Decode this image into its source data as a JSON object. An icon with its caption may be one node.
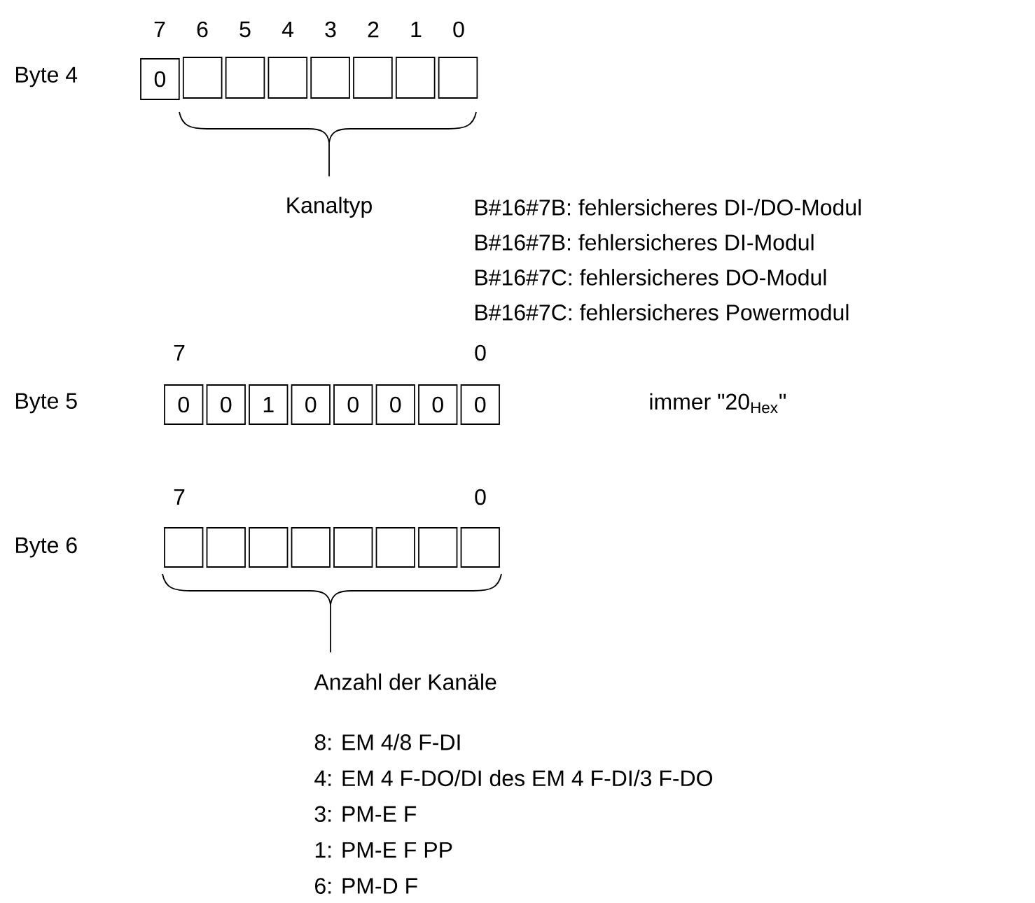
{
  "diagram": {
    "nodes": [
      {
        "text": [
          "0"
        ]
      },
      {
        "text": [],
        "shape": "box"
      },
      {
        "text": [],
        "shape": "box"
      },
      {
        "text": [],
        "shape": "box"
      },
      {
        "text": [],
        "shape": "box"
      },
      {
        "text": [],
        "shape": "box"
      },
      {
        "text": [],
        "shape": "box"
      },
      {
        "text": [],
        "shape": "box"
      },
      {
        "text": [
          "0"
        ]
      },
      {
        "text": [
          "0"
        ]
      },
      {
        "text": [
          "1"
        ]
      },
      {
        "text": [
          "0"
        ]
      },
      {
        "text": [
          "0"
        ]
      },
      {
        "text": [
          "0"
        ]
      },
      {
        "text": [
          "0"
        ]
      },
      {
        "text": [
          "0"
        ]
      },
      {
        "text": [],
        "shape": "box"
      },
      {
        "text": [],
        "shape": "box"
      },
      {
        "text": [],
        "shape": "box"
      },
      {
        "text": [],
        "shape": "box"
      },
      {
        "text": [],
        "shape": "box"
      },
      {
        "text": [],
        "shape": "box"
      },
      {
        "text": [],
        "shape": "box"
      },
      {
        "text": [],
        "shape": "box"
      }
    ],
    "labels": [
      "7",
      "6",
      "5",
      "4",
      "3",
      "2",
      "1",
      "0",
      "Byte 4",
      "Kanaltyp",
      "B#16#7B: fehlersicheres DI-/DO-Modul",
      "B#16#7B: fehlersicheres DI-Modul",
      "B#16#7C: fehlersicheres DO-Modul",
      "B#16#7C: fehlersicheres Powermodul",
      "7",
      "0",
      "Byte 5",
      "immer \"20$_{Hex}$\"",
      "7",
      "0",
      "Byte 6",
      "Anzahl der Kanäle",
      "8: EM 4/8 F-DI",
      "4: EM 4 F-DO/DI des EM 4 F-DI/3 F-DO",
      "3: PM-E F",
      "1: PM-E F PP",
      "6: PM-D F"
    ]
  }
}
